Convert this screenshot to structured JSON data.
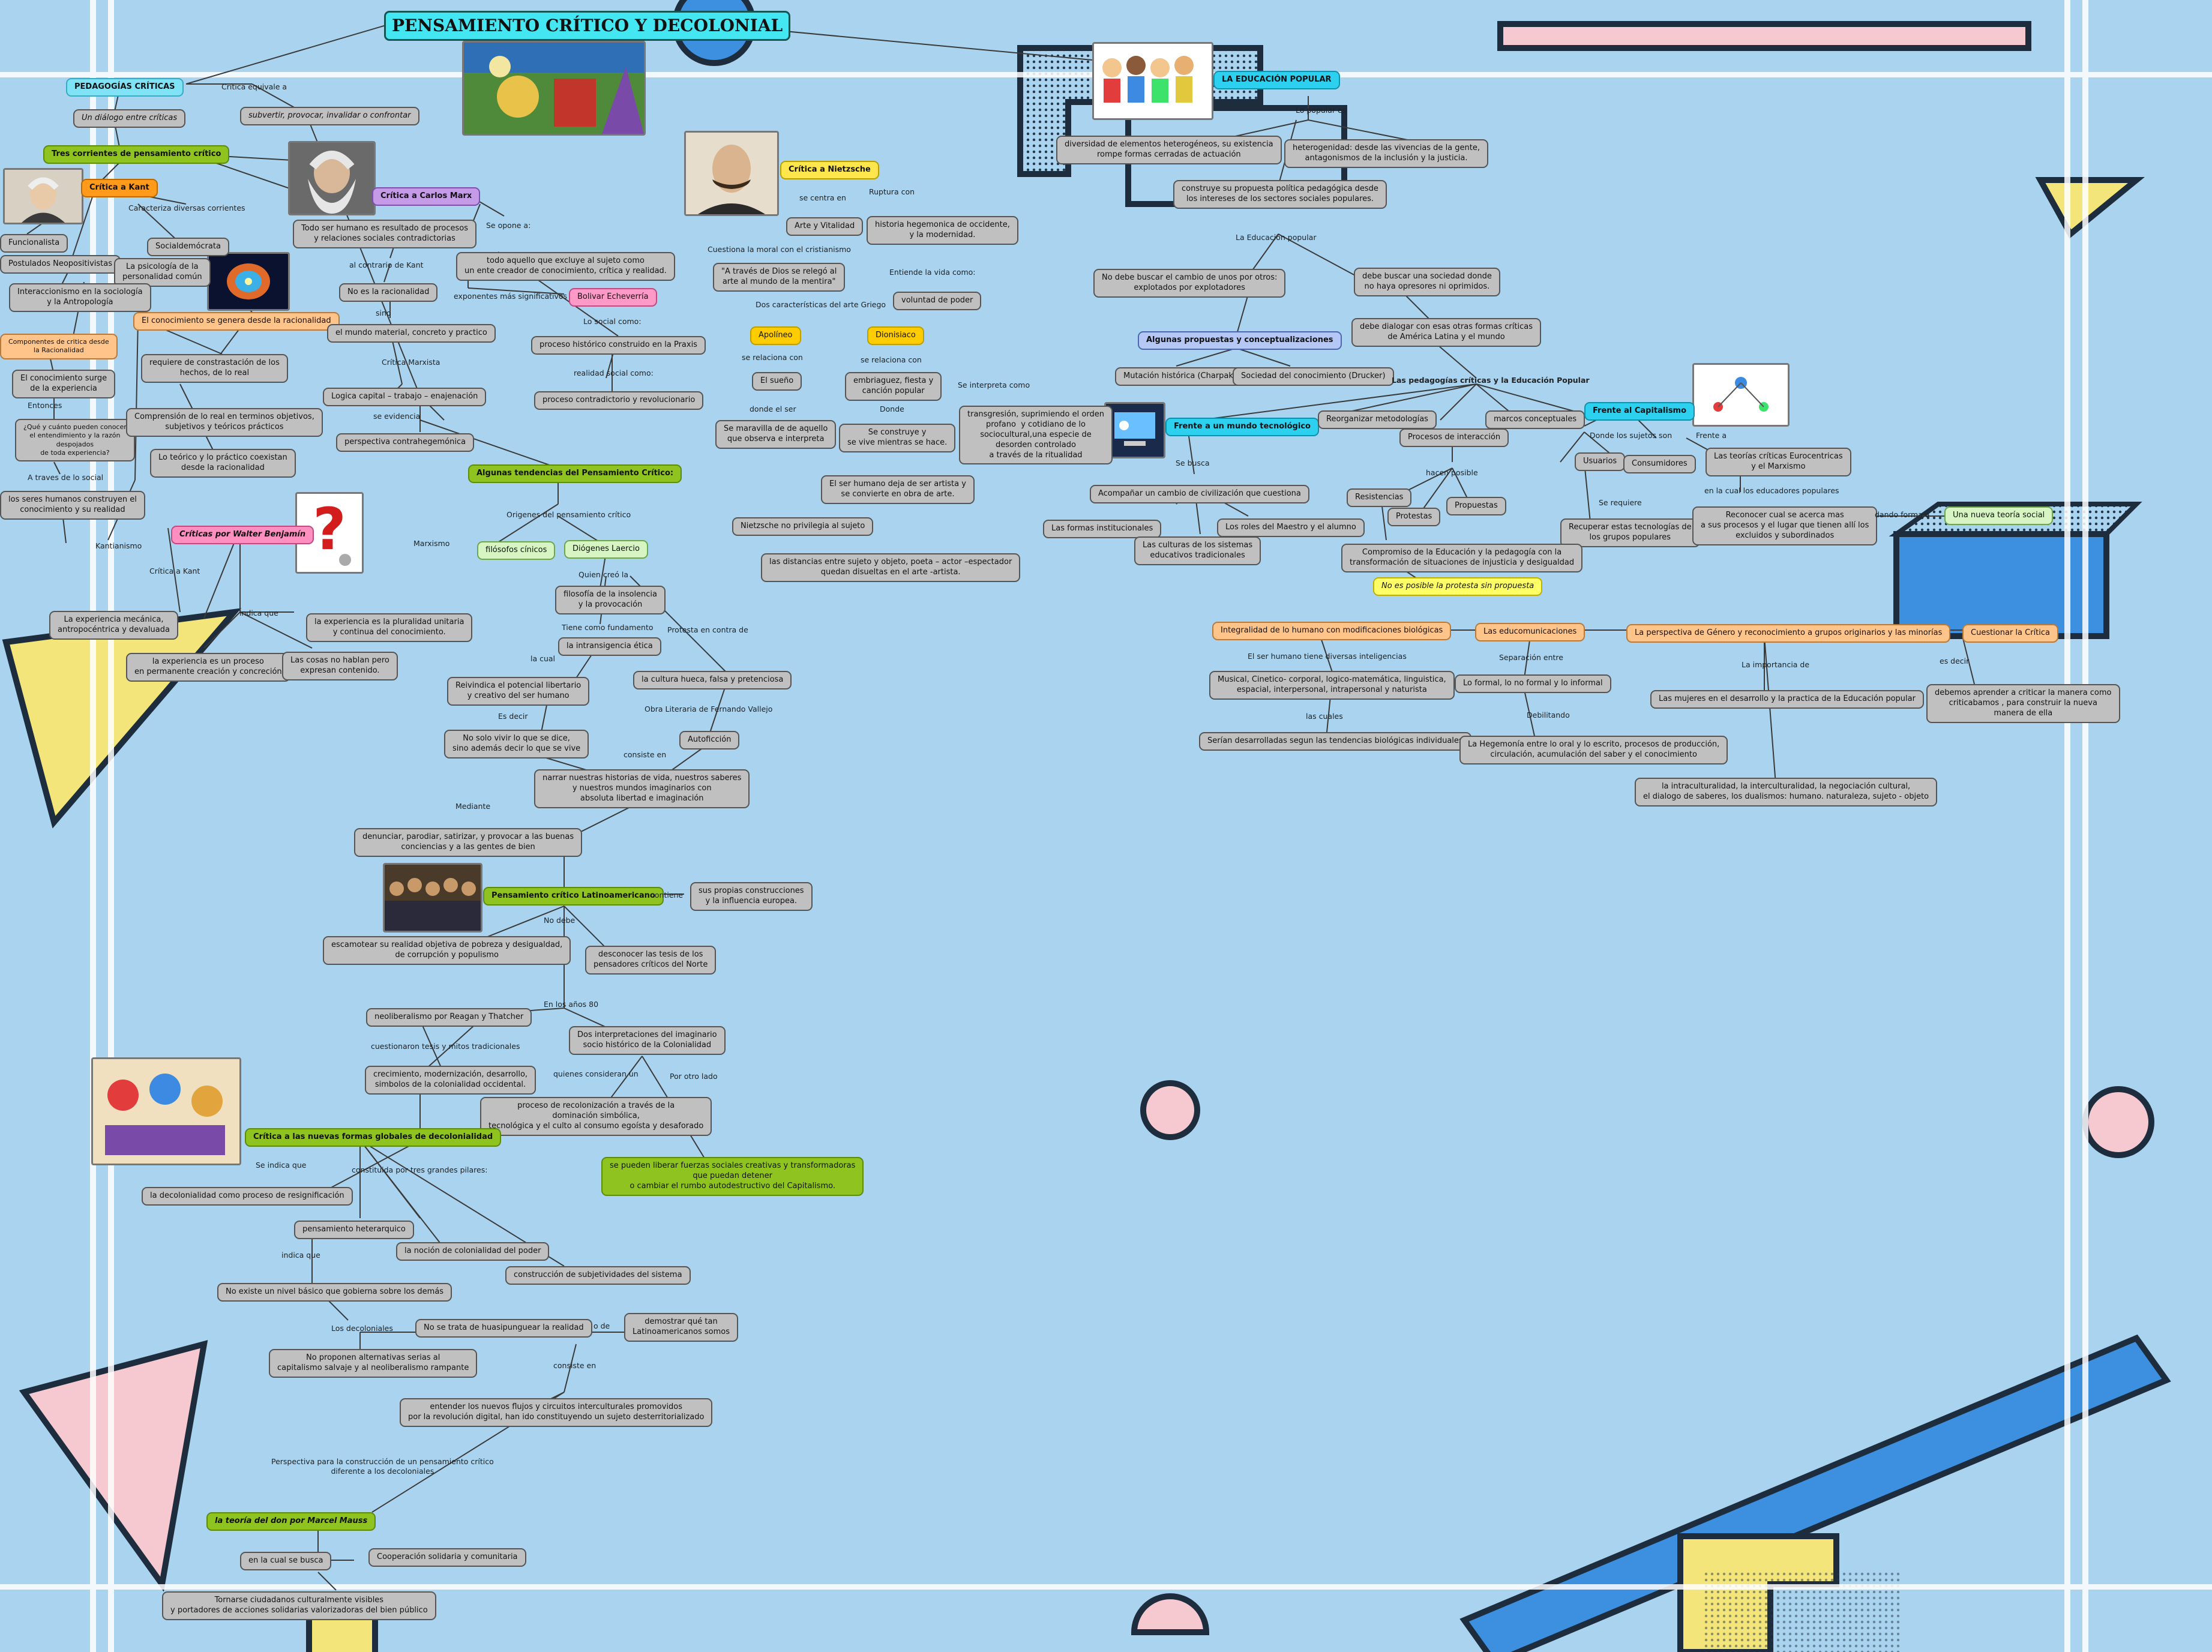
{
  "title": "PENSAMIENTO CRÍTICO Y DECOLONIAL",
  "colors": {
    "background": "#a9d3ee",
    "title_box": "#44e6f2",
    "green": "#8fc31f",
    "cyan": "#2ed0f0",
    "orange": "#ff9a1a",
    "purple": "#c59be8",
    "pink": "#ff8fc0",
    "gray": "#c0c0c0"
  },
  "images": {
    "painting": "painting-icon",
    "kant": "portrait-icon",
    "marx": "portrait-icon",
    "nietzsche": "portrait-icon",
    "brain": "brain-icon",
    "question": "question-mark-icon",
    "kids": "children-icon",
    "crowd": "crowd-icon",
    "collage": "collage-icon",
    "tech": "computer-icon",
    "network": "network-icon"
  },
  "left": {
    "pedagogias": "PEDAGOGÍAS CRÍTICAS",
    "critica_equivale": "Crítica equivale a",
    "subvertir": "subvertir, provocar, invalidar o confrontar",
    "dialogo": "Un diálogo entre críticas",
    "tres_corrientes": "Tres corrientes de pensamiento crítico",
    "critica_kant": "Crítica a Kant",
    "caracteriza": "Caracteriza diversas corrientes",
    "funcionalista": "Funcionalista",
    "socialdemocrata": "Socialdemócrata",
    "postulados": "Postulados Neopositivistas",
    "psicologia": "La psicología de la\npersonalidad común",
    "interaccionismo": "Interaccionismo en la sociología\ny la Antropología",
    "componentes": "Componentes de critica desde\nla Racionalidad",
    "conocimiento_genera": "El conocimiento se genera desde la racionalidad",
    "requiere": "requiere de constrastación de los\nhechos, de lo real",
    "conocimiento_surge": "El conocimiento surge\nde la experiencia",
    "entonces": "Entonces",
    "pregunta": "¿Qué y cuánto pueden conocer\nel entendimiento y la razón\ndespojados\nde toda experiencia?",
    "comprension": "Comprensión de lo real en terminos objetivos,\nsubjetivos y teóricos prácticos",
    "teorico": "Lo teórico y lo práctico coexistan\ndesde la racionalidad",
    "traves_social": "A traves de lo social",
    "seres_humanos": "los seres humanos construyen el\nconocimiento y su realidad",
    "kantianismo": "Kantianismo",
    "criticas_benjamin": "Críticas por Walter Benjamín",
    "critica_a_kant2": "Crítica a Kant",
    "marxismo": "Marxismo",
    "experiencia_mecanica": "La experiencia mecánica,\nantropocéntrica y devaluada",
    "indica_que": "indica que",
    "pluralidad": "la experiencia es la pluralidad unitaria\ny continua del conocimiento.",
    "proceso": "la experiencia es un proceso\nen permanente creación y concreción",
    "cosas": "Las cosas no hablan pero\nexpresan contenido."
  },
  "marx": {
    "critica_marx": "Crítica a Carlos Marx",
    "todo_ser": "Todo ser humano es resultado de procesos\ny relaciones sociales contradictorias",
    "se_opone": "Se opone a:",
    "aquello": "todo aquello que excluye al sujeto como\nun ente creador de conocimiento, crítica y realidad.",
    "contrario_kant": "al contrario de Kant",
    "no_racionalidad": "No es la racionalidad",
    "exponentes": "exponentes más significativos",
    "bolivar": "Bolivar Echeverría",
    "sino": "sino",
    "mundo_material": "el mundo material, concreto y practico",
    "social_como": "Lo social como:",
    "proceso_historico": "proceso histórico construido en la Praxis",
    "realidad_social": "realidad social como:",
    "contradictorio": "proceso contradictorio y revolucionario",
    "critica_marxista": "Crítica Marxista",
    "logica_capital": "Logica capital – trabajo – enajenación",
    "se_evidencia": "se evidencia",
    "perspectiva": "perspectiva contrahegemónica"
  },
  "nietzsche": {
    "critica_nietzsche": "Crítica a Nietzsche",
    "se_centra": "se centra en",
    "ruptura": "Ruptura con",
    "arte_vitalidad": "Arte y Vitalidad",
    "historia": "historia hegemonica de occidente,\ny la modernidad.",
    "cuestiona": "Cuestiona la moral con el cristianismo",
    "entiende": "Entiende la vida como:",
    "dios": "\"A través de Dios se relegó al\narte al mundo de la mentira\"",
    "voluntad": "voluntad de poder",
    "dos_caracteristicas": "Dos características del arte Griego",
    "apolineo": "Apolíneo",
    "dionisiaco": "Dionisiaco",
    "relaciona1": "se relaciona con",
    "relaciona2": "se relaciona con",
    "sueno": "El sueño",
    "embriaguez": "embriaguez, fiesta y\ncanción popular",
    "interpreta": "Se interpreta como",
    "transgresion": "transgresión, suprimiendo el orden\nprofano  y cotidiano de lo\nsociocultural,una especie de\ndesorden controlado\na través de la ritualidad",
    "donde_el_ser": "donde el ser",
    "donde": "Donde",
    "maravilla": "Se maravilla de de aquello\nque observa e interpreta",
    "construye": "Se construye y\nse vive mientras se hace.",
    "deja_de_ser": "El ser humano deja de ser artista y\nse convierte en obra de arte.",
    "privilegia": "Nietzsche no privilegia al sujeto",
    "distancias": "las distancias entre sujeto y objeto, poeta – actor –espectador\nquedan disueltas en el arte -artista."
  },
  "tendencias": {
    "algunas": "Algunas tendencias del Pensamiento Crítico:",
    "origenes": "Origenes del pensamiento crítico",
    "cinicos": "filósofos cínicos",
    "diogenes": "Diógenes Laercio",
    "quien_creo": "Quien creó la",
    "insolencia": "filosofía de la insolencia\ny la provocación",
    "tiene_fundamento": "Tiene como fundamento",
    "protesta": "Protesta en contra de",
    "intransigencia": "la intransigencia ética",
    "cultura_hueca": "la cultura hueca, falsa y pretenciosa",
    "la_cual": "la cual",
    "reivindica": "Reivindica el potencial libertario\ny creativo del ser humano",
    "obra_vallejo": "Obra Literaria de Fernando Vallejo",
    "es_decir": "Es decir",
    "autoficcion": "Autoficción",
    "no_solo": "No solo vivir lo que se dice,\nsino además decir lo que se vive",
    "consiste": "consiste en",
    "narrar": "narrar nuestras historias de vida, nuestros saberes\ny nuestros mundos imaginarios con\nabsoluta libertad e imaginación",
    "mediante": "Mediante",
    "denunciar": "denunciar, parodiar, satirizar, y provocar a las buenas\nconciencias y a las gentes de bien"
  },
  "latino": {
    "pensamiento": "Pensamiento crítico Latinoamericano",
    "contiene": "contiene",
    "propias": "sus propias construcciones\ny la influencia europea.",
    "no_debe": "No debe",
    "escamotear": "escamotear su realidad objetiva de pobreza y desigualdad,\nde corrupción y populismo",
    "desconocer": "desconocer las tesis de los\npensadores críticos del Norte",
    "anos80": "En los años 80",
    "neoliberalismo": "neoliberalismo por Reagan y Thatcher",
    "dos_interpretaciones": "Dos interpretaciones del imaginario\nsocio histórico de la Colonialidad",
    "cuestionaron": "cuestionaron tesis y mitos tradicionales",
    "quienes": "quienes consideran un",
    "otro_lado": "Por otro lado",
    "crecimiento": "crecimiento, modernización, desarrollo,\nsimbolos de la colonialidad occidental.",
    "recolonizacion": "proceso de recolonización a través de la\ndominación simbólica,\ntecnológica y el culto al consumo egoísta y desaforado",
    "liberar": "se pueden liberar fuerzas sociales creativas y transformadoras\nque puedan detener\no cambiar el rumbo autodestructivo del Capitalismo."
  },
  "decolonial": {
    "critica_formas": "Crítica a las nuevas formas globales de decolonialidad",
    "se_indica": "Se indica que",
    "constituida": "constituida por tres grandes pilares:",
    "proceso_resig": "la  decolonialidad como proceso de resignificación",
    "heterarquico": "pensamiento heterarquico",
    "indica_que": "indica que",
    "nocion": "la noción de colonialidad del poder",
    "construccion": "construcción de subjetividades del sistema",
    "no_existe": "No existe un nivel básico que gobierna sobre los demás",
    "los_decoloniales": "Los decoloniales",
    "huasipunguear": "No se trata de huasipunguear la realidad",
    "o_de": "o de",
    "demostrar": "demostrar qué tan\nLatinoamericanos somos",
    "no_proponen": "No proponen alternativas serias al\ncapitalismo salvaje y al neoliberalismo rampante",
    "consiste": "consiste en",
    "entender": "entender los nuevos flujos y circuitos interculturales promovidos\npor la revolución digital, han ido constituyendo un sujeto desterritorializado",
    "perspectiva": "Perspectiva para la construcción de un pensamiento crítico\ndiferente a los decoloniales",
    "mauss": "la teoría del don por Marcel Mauss",
    "en_la_cual": "en la cual se busca",
    "cooperacion": "Cooperación solidaria y comunitaria",
    "tornarse": "Tornarse ciudadanos culturalmente visibles\ny portadores de acciones solidarias valorizadoras del bien público"
  },
  "popular": {
    "educacion_popular": "LA EDUCACIÓN POPULAR",
    "lo_popular": "Lo popular es",
    "diversidad": "diversidad de elementos heterogéneos, su existencia\nrompe formas cerradas de actuación",
    "heterogenidad": "heterogenidad: desde las vivencias de la gente,\nantagonismos de la inclusión y la justicia.",
    "construye": "construye su propuesta política pedagógica desde\nlos intereses de los sectores sociales populares.",
    "la_educacion_popular": "La Educación popular",
    "no_debe": "No debe buscar el cambio de unos por otros:\nexplotados por explotadores",
    "debe_buscar": "debe buscar una sociedad donde\nno haya opresores ni oprimidos.",
    "propuestas": "Algunas propuestas y conceptualizaciones",
    "dialogar": "debe dialogar con esas otras formas críticas\nde América Latina y el mundo",
    "mutacion": "Mutación histórica (Charpak)",
    "sociedad_conocimiento": "Sociedad del conocimiento (Drucker)",
    "pedagogias_ep": "Las pedagogías críticas y la Educación Popular",
    "frente_tecnologico": "Frente a un mundo tecnológico",
    "reorganizar": "Reorganizar metodologías",
    "marcos": "marcos conceptuales",
    "frente_capitalismo": "Frente al Capitalismo",
    "procesos_interaccion": "Procesos de interacción",
    "donde_sujetos": "Donde los sujetos son",
    "frente_a": "Frente a",
    "se_busca": "Se busca",
    "hacen_posible": "hacen posible",
    "usuarios": "Usuarios",
    "consumidores": "Consumidores",
    "eurocentricas": "Las teorías críticas Eurocentricas\ny el Marxismo",
    "acompanar": "Acompañar un cambio de civilización que cuestiona",
    "resistencias": "Resistencias",
    "protestas": "Protestas",
    "propuestas2": "Propuestas",
    "se_requiere": "Se requiere",
    "educadores": "en la cual los educadores populares",
    "formas_inst": "Las formas institucionales",
    "roles": "Los roles del Maestro y el alumno",
    "culturas": "Las culturas de los sistemas\neducativos tradicionales",
    "recuperar": "Recuperar estas tecnologías de\nlos grupos populares",
    "reconocer": "Reconocer cual se acerca mas\na sus procesos y el lugar que tienen allí los\nexcluidos y subordinados",
    "dando_forma": "dando forma a",
    "nueva_teoria": "Una nueva teoría social",
    "compromiso": "Compromiso de la Educación y la pedagogía con la\ntransformación de situaciones de injusticia y desigualdad",
    "no_es_posible": "No es posible la protesta sin propuesta",
    "integralidad": "Integralidad de lo humano con modificaciones biológicas",
    "educomunicaciones": "Las educomunicaciones",
    "genero": "La perspectiva de Género y reconocimiento a grupos originarios y las minorías",
    "cuestionar": "Cuestionar la Crítica",
    "inteligencias": "El ser humano tiene diversas inteligencias",
    "separacion": "Separación entre",
    "importancia": "La importancia de",
    "es_decir": "es decir",
    "musical": "Musical, Cinetico- corporal, logico-matemática, linguistica,\nespacial, interpersonal, intrapersonal y naturista",
    "formal": "Lo formal, lo no formal y lo informal",
    "mujeres": "Las mujeres en el desarrollo y la practica de la Educación popular",
    "aprender": "debemos aprender a criticar la manera como\ncriticabamos , para construir la nueva\nmanera de ella",
    "las_cuales": "las cuales",
    "debilitando": "Debilitando",
    "serian": "Serían desarrolladas segun las tendencias biológicas individuales",
    "hegemonia": "La Hegemonía entre lo oral y lo escrito, procesos de producción,\ncirculación, acumulación del saber y el conocimiento",
    "intraculturalidad": "la intraculturalidad, la interculturalidad, la negociación cultural,\nel dialogo de saberes, los dualismos: humano. naturaleza, sujeto - objeto"
  }
}
